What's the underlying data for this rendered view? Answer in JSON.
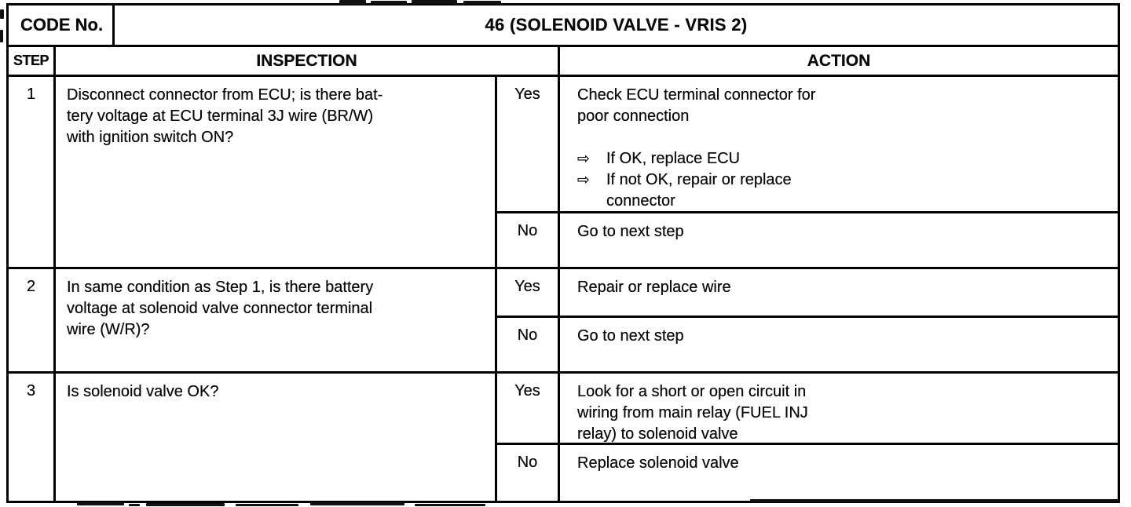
{
  "header": {
    "code_label": "CODE No.",
    "code_title": "46 (SOLENOID VALVE - VRIS 2)"
  },
  "columns": {
    "step": "STEP",
    "inspection": "INSPECTION",
    "action": "ACTION"
  },
  "icons": {
    "arrow": "⇨"
  },
  "colors": {
    "ink": "#0a0a0a",
    "paper": "#ffffff",
    "border": "#000000"
  },
  "steps": [
    {
      "number": "1",
      "inspection": "Disconnect connector from ECU; is there bat-\ntery voltage at ECU terminal 3J wire (BR/W)\nwith ignition switch ON?",
      "branches": [
        {
          "answer": "Yes",
          "action": "Check ECU terminal connector for\npoor connection",
          "bullets": [
            "If OK, replace ECU",
            "If not OK, repair or replace\nconnector"
          ]
        },
        {
          "answer": "No",
          "action": "Go to next step",
          "bullets": []
        }
      ]
    },
    {
      "number": "2",
      "inspection": "In same condition as Step 1, is there battery\nvoltage at solenoid valve connector terminal\nwire (W/R)?",
      "branches": [
        {
          "answer": "Yes",
          "action": "Repair or replace wire",
          "bullets": []
        },
        {
          "answer": "No",
          "action": "Go to next step",
          "bullets": []
        }
      ]
    },
    {
      "number": "3",
      "inspection": "Is solenoid valve OK?",
      "branches": [
        {
          "answer": "Yes",
          "action": "Look for a short or open circuit in\nwiring from main relay (FUEL INJ\nrelay) to solenoid valve",
          "bullets": []
        },
        {
          "answer": "No",
          "action": "Replace solenoid valve",
          "bullets": []
        }
      ]
    }
  ]
}
